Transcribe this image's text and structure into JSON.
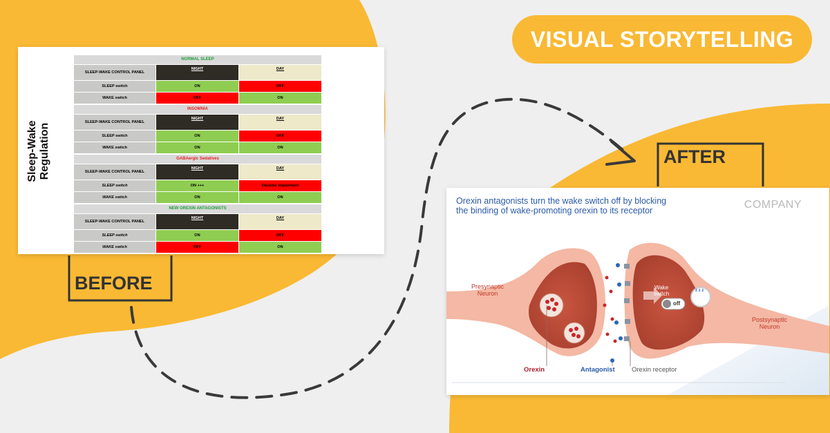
{
  "banner": {
    "title": "VISUAL STORYTELLING"
  },
  "tags": {
    "before": "BEFORE",
    "after": "AFTER"
  },
  "before_card": {
    "vertical_title": "Sleep-Wake Regulation",
    "sections": [
      {
        "title": "NORMAL SLEEP",
        "title_color": "green",
        "header": [
          "SLEEP-WAKE CONTROL PANEL",
          "NIGHT",
          "DAY"
        ],
        "rows": [
          {
            "label": "SLEEP switch",
            "night": "ON",
            "day": "OFF",
            "night_state": "on",
            "day_state": "off"
          },
          {
            "label": "WAKE switch",
            "night": "OFF",
            "day": "ON",
            "night_state": "off",
            "day_state": "on"
          }
        ]
      },
      {
        "title": "INSOMNIA",
        "title_color": "red",
        "header": [
          "SLEEP-WAKE CONTROL PANEL",
          "NIGHT",
          "DAY"
        ],
        "rows": [
          {
            "label": "SLEEP switch",
            "night": "ON",
            "day": "OFF",
            "night_state": "on",
            "day_state": "off"
          },
          {
            "label": "WAKE switch",
            "night": "ON",
            "day": "ON",
            "night_state": "on",
            "day_state": "on"
          }
        ]
      },
      {
        "title": "GABAergic Sedatives",
        "title_color": "red",
        "header": [
          "SLEEP-WAKE CONTROL PANEL",
          "NIGHT",
          "DAY"
        ],
        "rows": [
          {
            "label": "SLEEP switch",
            "night": "ON +++",
            "day": "Daytime impairment",
            "night_state": "on",
            "day_state": "off"
          },
          {
            "label": "WAKE switch",
            "night": "ON",
            "day": "ON",
            "night_state": "on",
            "day_state": "on"
          }
        ]
      },
      {
        "title": "NEW OREXIN ANTAGONISTS",
        "title_color": "green",
        "header": [
          "SLEEP-WAKE CONTROL PANEL",
          "NIGHT",
          "DAY"
        ],
        "rows": [
          {
            "label": "SLEEP switch",
            "night": "ON",
            "day": "OFF",
            "night_state": "on",
            "day_state": "off"
          },
          {
            "label": "WAKE switch",
            "night": "OFF",
            "day": "ON",
            "night_state": "off",
            "day_state": "on"
          }
        ]
      }
    ]
  },
  "after_card": {
    "heading_line1": "Orexin antagonists turn the wake switch off by blocking",
    "heading_line2": "the binding of wake-promoting orexin to its receptor",
    "company": "COMPANY",
    "labels": {
      "presynaptic_1": "Presynaptic",
      "presynaptic_2": "Neuron",
      "postsynaptic_1": "Postsynaptic",
      "postsynaptic_2": "Neuron",
      "orexin": "Orexin",
      "antagonist": "Antagonist",
      "orexin_receptor": "Orexin receptor",
      "wake_1": "Wake",
      "wake_2": "switch",
      "switch_state": "off",
      "sleep_z": "z z z"
    }
  },
  "colors": {
    "yellow": "#f9b934",
    "gray_bg": "#efefef",
    "on": "#8fcd52",
    "off": "#ff0000",
    "title_blue": "#2b5aa8"
  }
}
